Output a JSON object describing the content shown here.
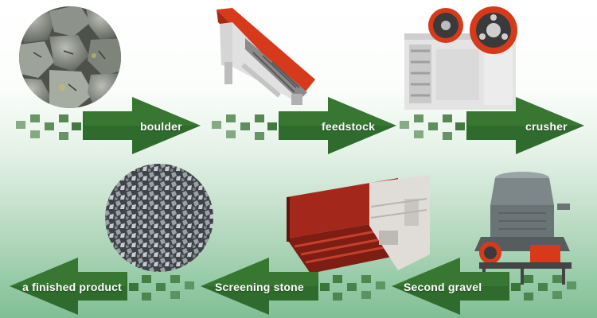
{
  "flow": {
    "row1": [
      {
        "name": "step-boulder",
        "label": "boulder",
        "icon": "rock-pile-icon"
      },
      {
        "name": "step-feedstock",
        "label": "feedstock",
        "icon": "vibrating-feeder-icon"
      },
      {
        "name": "step-crusher",
        "label": "crusher",
        "icon": "jaw-crusher-icon"
      }
    ],
    "row2": [
      {
        "name": "step-second-gravel",
        "label": "Second gravel",
        "icon": "cone-crusher-icon"
      },
      {
        "name": "step-screening-stone",
        "label": "Screening stone",
        "icon": "vibrating-screen-icon"
      },
      {
        "name": "step-finished-product",
        "label": "a finished product",
        "icon": "gravel-pile-icon"
      }
    ]
  },
  "colors": {
    "arrow_dark": "#2f6b2c",
    "arrow_light": "#4f8f3f",
    "machine_red": "#d63a1a",
    "machine_grey": "#d9d9d9",
    "label": "#ffffff"
  }
}
